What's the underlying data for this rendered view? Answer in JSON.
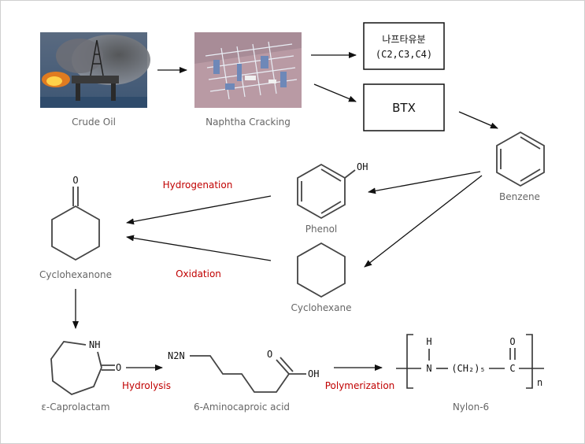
{
  "labels": {
    "crude_oil": "Crude Oil",
    "naphtha_cracking": "Naphtha Cracking",
    "benzene": "Benzene",
    "phenol": "Phenol",
    "cyclohexane": "Cyclohexane",
    "cyclohexanone": "Cyclohexanone",
    "caprolactam": "ε-Caprolactam",
    "aminocaproic": "6-Aminocaproic acid",
    "nylon": "Nylon-6"
  },
  "boxes": {
    "naphtha_fraction_line1": "나프타유분",
    "naphtha_fraction_line2": "(C2,C3,C4)",
    "btx": "BTX"
  },
  "reactions": {
    "hydrogenation": "Hydrogenation",
    "oxidation": "Oxidation",
    "hydrolysis": "Hydrolysis",
    "polymerization": "Polymerization"
  },
  "atoms": {
    "oh_phenol": "OH",
    "o_ketone": "O",
    "nh": "NH",
    "o_lactam": "O",
    "n2": "N2N",
    "o_acid": "O",
    "oh_acid": "OH",
    "h": "H",
    "n": "N",
    "ch2": "(CH₂)₅",
    "o_nylon": "O",
    "c": "C",
    "n_sub": "n"
  },
  "colors": {
    "reaction": "#c00000",
    "label": "#666666"
  }
}
